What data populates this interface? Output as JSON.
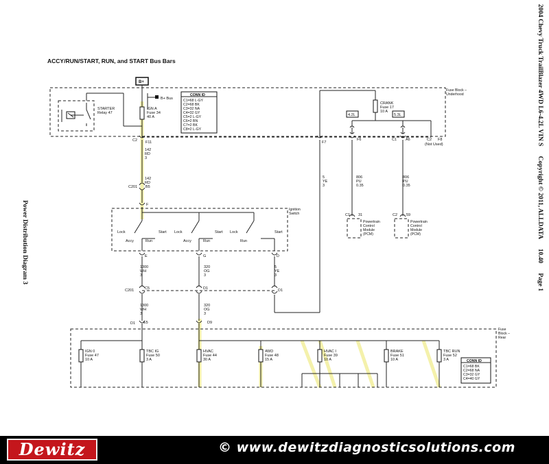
{
  "title": "ACCY/RUN/START, RUN, and START Bus Bars",
  "side_right": "2004 Chevy Truck TrailBlazer 4WD L6-4.2L VIN S      Copyright © 2011, ALLDATA      10.40      Page 1",
  "side_left": "Power Distribution Diagram 3",
  "fuse_block_underhood": [
    "Fuse Block –",
    "Underhood"
  ],
  "fuse_block_rear": [
    "Fuse",
    "Block –",
    "Rear"
  ],
  "bplus": "B+",
  "bplus_bus": "B+ Bus",
  "starter_relay": [
    "STARTER",
    "Relay 47"
  ],
  "ign_a": [
    "IGN A",
    "Fuse 34",
    "40 A"
  ],
  "conn_top": [
    "CONN ID",
    "C1=68 L-GY",
    "C2=68 BK",
    "C3=32 NA",
    "C4=32 GY",
    "C5=2 L-GY",
    "C6=2 BN",
    "C7=2 BK",
    "C8=2 L-GY"
  ],
  "crank": [
    "CRANK",
    "Fuse 17",
    "10 A"
  ],
  "engine_42": "4.2L",
  "engine_53": "5.3L",
  "conn_labels": {
    "c2_left": "C2",
    "f11": "F11",
    "f7": "F7",
    "f6": "F6",
    "c1_top": "C1",
    "a6": "A6",
    "c2_notused": "C2",
    "f8_notused": "F8",
    "not_used": "(Not Used)",
    "c201_top": "C201",
    "b5": "B5",
    "f_sw": "F",
    "e_sw": "E",
    "g_sw": "G",
    "d_sw": "D",
    "c201_mid": "C201",
    "c5": "C5",
    "d1_mid": "D1",
    "d1_right": "D1",
    "d1_bot": "D1",
    "e5": "E5",
    "d9": "D9",
    "c1_pcm": "C1",
    "p31": "31",
    "c2_pcm": "C2",
    "p59": "59"
  },
  "wires": {
    "w142a": [
      "142",
      "RD",
      "3"
    ],
    "w142b": [
      "142",
      "RD",
      "3"
    ],
    "w5ye": [
      "5",
      "YE",
      "3"
    ],
    "w806a": [
      "806",
      "PU",
      "0.35"
    ],
    "w806b": [
      "806",
      "PU",
      "0.35"
    ],
    "w1300a": [
      "1300",
      "WH",
      "3"
    ],
    "w320a": [
      "320",
      "OG",
      "3"
    ],
    "w5yeb": [
      "5",
      "YE",
      "3"
    ],
    "w1300b": [
      "1300",
      "WH",
      "3"
    ],
    "w320b": [
      "320",
      "OG",
      "3"
    ]
  },
  "pcm": [
    "Powertrain",
    "Control",
    "Module",
    "(PCM)"
  ],
  "ignition_switch": [
    "Ignition",
    "Switch"
  ],
  "switch_pos": {
    "lock1": "Lock",
    "start1": "Start",
    "accy1": "Accy",
    "run1": "Run",
    "lock2": "Lock",
    "start2": "Start",
    "accy2": "Accy",
    "run2": "Run",
    "lock3": "Lock",
    "start3": "Start",
    "run3": "Run"
  },
  "fuses_rear": [
    [
      "IGN 0",
      "Fuse 47",
      "10 A"
    ],
    [
      "TBC IG",
      "Fuse 50",
      "3 A"
    ],
    [
      "HVAC",
      "Fuse 44",
      "30 A"
    ],
    [
      "4WD",
      "Fuse 48",
      "15 A"
    ],
    [
      "HVAC I",
      "Fuse 39",
      "10 A"
    ],
    [
      "BRAKE",
      "Fuse 51",
      "10 A"
    ],
    [
      "TBC RUN",
      "Fuse 52",
      "3 A"
    ]
  ],
  "conn_bottom": [
    "CONN ID",
    "C1=68 BK",
    "C2=68 NA",
    "C3=32 GY",
    "C4=40 GY"
  ],
  "footer": {
    "logo": "Dewitz",
    "website": "© www.dewitzdiagnosticsolutions.com"
  }
}
